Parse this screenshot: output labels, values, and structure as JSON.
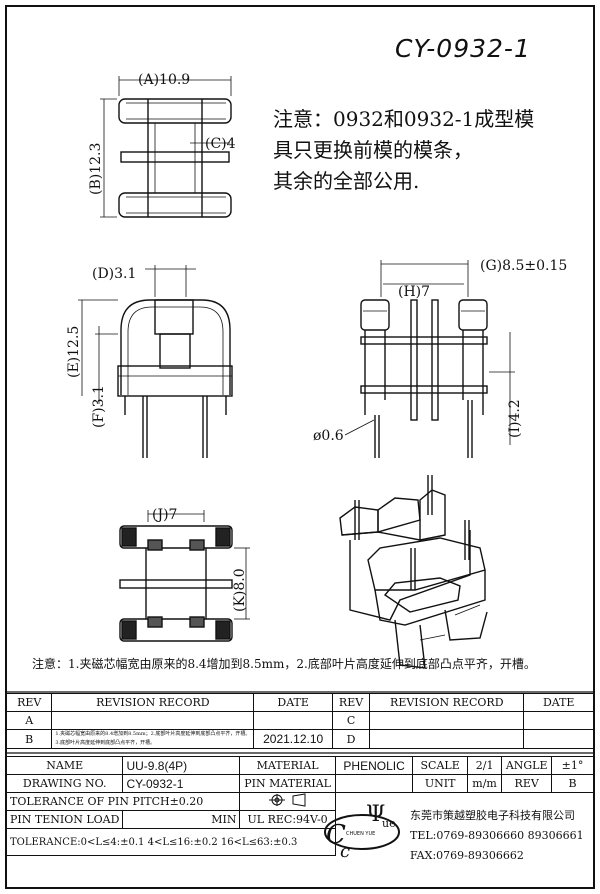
{
  "part_number": "CY-0932-1",
  "note_top": [
    "注意：0932和0932-1成型模",
    "具只更换前模的模条，",
    "其余的全部公用."
  ],
  "note_bottom": "注意：1.夹磁芯幅宽由原来的8.4增加到8.5mm，2.底部叶片高度延伸到底部凸点平齐，开槽。",
  "dims": {
    "a": "(A)10.9",
    "b": "(B)12.3",
    "c": "(C)4",
    "d": "(D)3.1",
    "e": "(E)12.5",
    "f": "(F)3.1",
    "g": "(G)8.5±0.15",
    "h": "(H)7",
    "i": "(I)4.2",
    "j": "(J)7",
    "k": "(K)8.0",
    "pin": "ø0.6"
  },
  "rev_table": {
    "h_rev": "REV",
    "h_record": "REVISION RECORD",
    "h_date": "DATE",
    "r1_rev": "A",
    "r1_right_rev": "C",
    "r2_rev": "B",
    "r2_text1": "1.夹磁芯幅宽由原来的8.4增加到8.5mm；2.底部叶片高度延伸到底部凸点平齐，开槽。",
    "r2_text2": "3.底部叶片高度延伸到底部凸点平齐，开槽。",
    "r2_date": "2021.12.10",
    "r2_right_rev": "D"
  },
  "title_block": {
    "name_l": "NAME",
    "name_v": "UU-9.8(4P)",
    "mat_l": "MATERIAL",
    "mat_v": "PHENOLIC",
    "scale_l": "SCALE",
    "scale_v": "2/1",
    "angle_l": "ANGLE",
    "angle_v": "±1°",
    "dwg_l": "DRAWING NO.",
    "dwg_v": "CY-0932-1",
    "pinmat_l": "PIN MATERIAL",
    "unit_l": "UNIT",
    "unit_v": "m/m",
    "rev_l": "REV",
    "rev_v": "B",
    "tol_pitch": "TOLERANCE OF PIN PITCH±0.20",
    "tension_l": "PIN TENION LOAD",
    "tension_v": "MIN",
    "ul": "UL REC:94V-0",
    "tol": "TOLERANCE:0<L≤4:±0.1  4<L≤16:±0.2  16<L≤63:±0.3",
    "company": "东莞市策越塑胶电子科技有限公司",
    "tel": "TEL:0769-89306660 89306661",
    "fax": "FAX:0769-89306662",
    "logo_text": "CHUEN YUE"
  }
}
